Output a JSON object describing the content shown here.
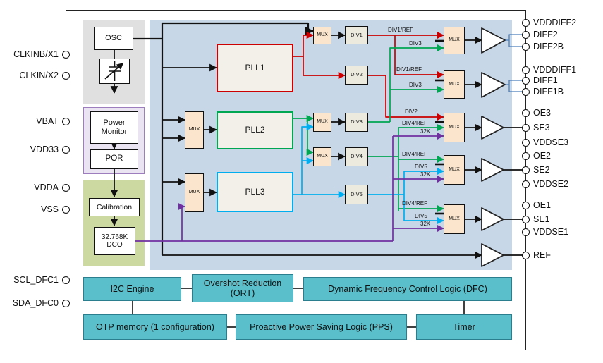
{
  "colors": {
    "teal": "#5abfca",
    "teal_border": "#2b7e8d",
    "blue_region": "#c7d7e7",
    "gray_region": "#e0e0e0",
    "green_region": "#ccd9a1",
    "purple_region_fill": "#eae3f2",
    "purple_region_border": "#9d7dbd",
    "mux_fill": "#fbe6cd",
    "pll_fill": "#f2f0e8",
    "div_fill": "#eceade",
    "wire_red": "#cc0000",
    "wire_green": "#00a651",
    "wire_cyan": "#00aeef",
    "wire_purple": "#7030a0",
    "wire_blue": "#4a7ebb"
  },
  "pins": {
    "left": [
      {
        "label": "CLKINB/X1"
      },
      {
        "label": "CLKIN/X2"
      },
      {
        "label": "VBAT"
      },
      {
        "label": "VDD33"
      },
      {
        "label": "VDDA"
      },
      {
        "label": "VSS"
      },
      {
        "label": "SCL_DFC1"
      },
      {
        "label": "SDA_DFC0"
      }
    ],
    "right": [
      {
        "label": "VDDDIFF2"
      },
      {
        "label": "DIFF2"
      },
      {
        "label": "DIFF2B"
      },
      {
        "label": "VDDDIFF1"
      },
      {
        "label": "DIFF1"
      },
      {
        "label": "DIFF1B"
      },
      {
        "label": "OE3"
      },
      {
        "label": "SE3"
      },
      {
        "label": "VDDSE3"
      },
      {
        "label": "OE2"
      },
      {
        "label": "SE2"
      },
      {
        "label": "VDDSE2"
      },
      {
        "label": "OE1"
      },
      {
        "label": "SE1"
      },
      {
        "label": "VDDSE1"
      },
      {
        "label": "REF"
      }
    ]
  },
  "blocks": {
    "osc": "OSC",
    "power_monitor": "Power Monitor",
    "por": "POR",
    "calibration": "Calibration",
    "dco": "32.768K DCO",
    "pll1": "PLL1",
    "pll2": "PLL2",
    "pll3": "PLL3",
    "mux": "MUX",
    "div1": "DIV1",
    "div2": "DIV2",
    "div3": "DIV3",
    "div4": "DIV4",
    "div5": "DIV5"
  },
  "wire_labels": [
    {
      "text": "DIV1/REF"
    },
    {
      "text": "DIV3"
    },
    {
      "text": "DIV1/REF"
    },
    {
      "text": "DIV3"
    },
    {
      "text": "DIV2"
    },
    {
      "text": "DIV4/REF"
    },
    {
      "text": "32K"
    },
    {
      "text": "DIV4/REF"
    },
    {
      "text": "DIV5"
    },
    {
      "text": "32K"
    },
    {
      "text": "DIV4/REF"
    },
    {
      "text": "DIV5"
    },
    {
      "text": "32K"
    }
  ],
  "logic_blocks": {
    "i2c": "I2C Engine",
    "ort": "Overshot Reduction (ORT)",
    "dfc": "Dynamic Frequency Control Logic (DFC)",
    "otp": "OTP memory (1 configuration)",
    "pps": "Proactive Power Saving Logic (PPS)",
    "timer": "Timer"
  }
}
